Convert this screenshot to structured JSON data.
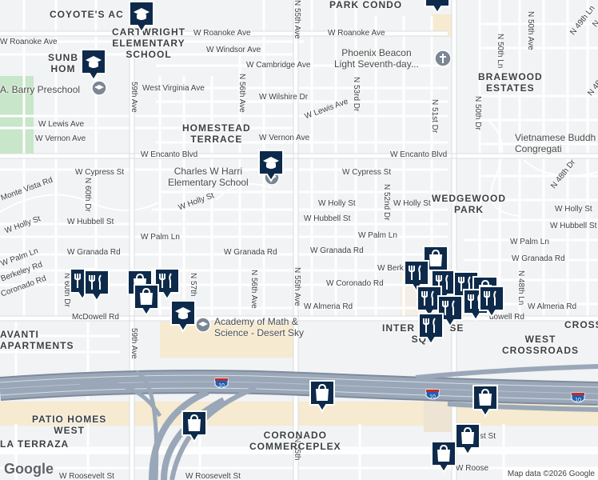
{
  "map": {
    "credit": "Map data ©2026 Google",
    "logo": "Google",
    "colors": {
      "land": "#f1f3f4",
      "street": "#ffffff",
      "arterial": "#ffffff",
      "park": "#c8e6c9",
      "freeway": "#9aa7b8",
      "freeway_edge": "#7e8b9c",
      "pin": "#0d2a4a",
      "sand": "#f6ead0"
    },
    "streets_h": {
      "roanoke1": "W Roanoke Ave",
      "roanoke2": "W Roanoke Ave",
      "roanoke_w": "W Roanoke Ave",
      "windsor": "W Windsor Ave",
      "cambridge": "W Cambridge Ave",
      "westvirginia": "West Virginia Ave",
      "wilshire": "W Wilshire Dr",
      "lewis_w": "W Lewis Ave",
      "lewis_e": "W Lewis Ave",
      "vernon": "W Vernon Ave",
      "vernon_w": "W Vernon Ave",
      "encanto_w": "W Encanto Blvd",
      "encanto_e": "W Encanto Blvd",
      "cypress_w": "W Cypress St",
      "cypress_e": "W Cypress St",
      "holly_w": "W Holly St",
      "holly_m": "W Holly St",
      "holly_e": "W Holly St",
      "holly_far": "W Holly St",
      "holly_far2": "W Holly St",
      "hubbell_w": "W Hubbell St",
      "hubbell_m": "W Hubbell St",
      "hubbell_e": "W Hubbell St",
      "palm_w": "W Palm Ln",
      "palm_m": "W Palm Ln",
      "palm_e": "W Palm Ln",
      "palm_far": "W Palm Ln",
      "granada_w": "W Granada Rd",
      "granada_m": "W Granada Rd",
      "granada_e": "W Granada Rd",
      "granada_far": "W Granada Rd",
      "berkeley": "Berkeley Rd",
      "berkeley_e": "W Berk",
      "coronado_w": "Coronado Rd",
      "coronado_e": "W Coronado Rd",
      "almeria_m": "W Almeria Rd",
      "almeria_e": "W Almeria Rd",
      "mcdowell_w": "McDowell Rd",
      "mcdowell_e": "dowell Rd",
      "montevista": "Monte Vista Rd",
      "roosevelt_w": "W Roosevelt St",
      "roosevelt_m": "W Roosevelt St",
      "roosevelt_e": "st St",
      "roosevelt_far": "W Roose"
    },
    "streets_v": {
      "59th": "59th Ave",
      "55th_top": "N 55th Ave",
      "55th_mid": "N 55th Ave",
      "55th_bot": "N 55th",
      "56th_top": "N 56th Ave",
      "56th_bot": "N 56th Ave",
      "57th": "N 57th",
      "60th": "N 60th Dr",
      "60th_bot": "N 60th Dr",
      "53rd": "N 53rd Dr",
      "52nd": "N 52nd Dr",
      "51st": "N 51st Dr",
      "50th_ln": "N 50th Ln",
      "50th_dr": "N 50th Dr",
      "50th_ave": "N 50th Ave",
      "49th_ln": "N 49th Ln",
      "48th_ln": "N 48th Ln",
      "48th_dr": "N 48th Dr",
      "48th_dr2": "N 48th Dr",
      "49th_ave": "N 49th Ave"
    },
    "areas": {
      "coyote": "COYOTE'S AC",
      "park_condo": "PARK CONDO",
      "cartwright": "CARTWRIGHT\nELEMENTARY\nSCHOOL",
      "sunb": "SUNB\nHOM",
      "homestead": "HOMESTEAD\nTERRACE",
      "braewood": "BRAEWOOD\nESTATES",
      "wedgewood": "WEDGEWOOD\nPARK",
      "avanti": "AVANTI\nAPARTMENTS",
      "inter": "INTER          SE\nSQU",
      "crossroads": "WEST\nCROSSROADS",
      "cross_e": "CROSS",
      "patio": "PATIO HOMES\nWEST",
      "terraza": "LA TERRAZA",
      "coronado": "CORONADO\nCOMMERCEPLEX"
    },
    "pois": {
      "phoenix_beacon": "Phoenix Beacon\nLight Seventh-day...",
      "barry": "A. Barry Preschool",
      "harris": "Charles W Harri\nElementary School",
      "academy": "Academy of Math &\nScience - Desert Sky",
      "vietnamese": "Vietnamese Buddh\nCongregati"
    },
    "highway": {
      "i10_label": "10"
    }
  }
}
